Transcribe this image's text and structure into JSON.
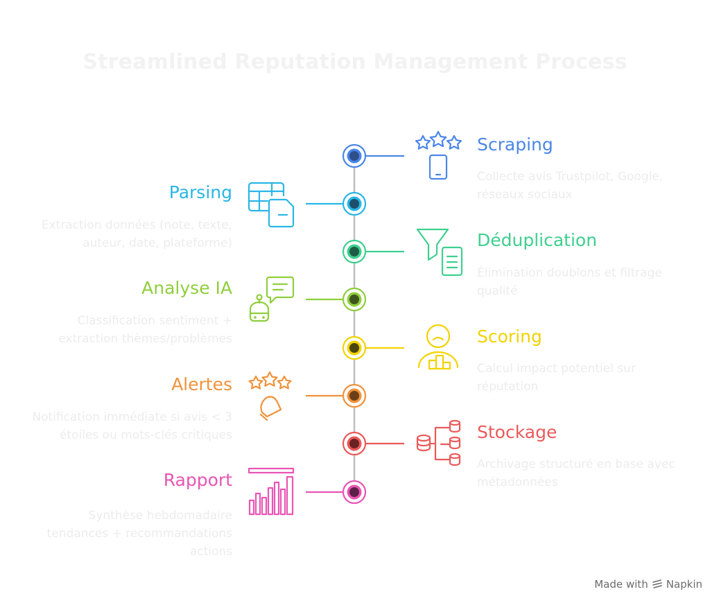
{
  "title": "Streamlined Reputation Management Process",
  "stages": [
    {
      "id": "scraping",
      "side": "right",
      "title": "Scraping",
      "description_lines": [
        "Collecte avis Trustpilot, Google,",
        "réseaux sociaux"
      ],
      "color": "#4a86e8",
      "dot": "#2e4f8a",
      "icon": "stars-phone-icon"
    },
    {
      "id": "parsing",
      "side": "left",
      "title": "Parsing",
      "description_lines": [
        "Extraction données (note, texte,",
        "auteur, date, plateforme)"
      ],
      "color": "#29b6e6",
      "dot": "#1f4f6b",
      "icon": "table-document-icon"
    },
    {
      "id": "deduplication",
      "side": "right",
      "title": "Déduplication",
      "description_lines": [
        "Élimination doublons et filtrage",
        "qualité"
      ],
      "color": "#3ecf8e",
      "dot": "#1f5c45",
      "icon": "funnel-document-icon"
    },
    {
      "id": "analyse-ia",
      "side": "left",
      "title": "Analyse IA",
      "description_lines": [
        "Classification sentiment +",
        "extraction thèmes/problèmes"
      ],
      "color": "#8fce3c",
      "dot": "#3f5520",
      "icon": "robot-chat-icon"
    },
    {
      "id": "scoring",
      "side": "right",
      "title": "Scoring",
      "description_lines": [
        "Calcul impact potentiel sur",
        "réputation"
      ],
      "color": "#f2d200",
      "dot": "#4a4510",
      "icon": "person-podium-icon"
    },
    {
      "id": "alertes",
      "side": "left",
      "title": "Alertes",
      "description_lines": [
        "Notification immédiate si avis < 3",
        "étoiles ou mots-clés critiques"
      ],
      "color": "#f0923a",
      "dot": "#6b3f1a",
      "icon": "stars-bell-icon"
    },
    {
      "id": "stockage",
      "side": "right",
      "title": "Stockage",
      "description_lines": [
        "Archivage structuré en base avec",
        "métadonnées"
      ],
      "color": "#ea5a5a",
      "dot": "#6b2222",
      "icon": "database-tree-icon"
    },
    {
      "id": "rapport",
      "side": "left",
      "title": "Rapport",
      "description_lines": [
        "Synthèse hebdomadaire",
        "tendances + recommandations",
        "actions"
      ],
      "color": "#e855b4",
      "dot": "#5e2048",
      "icon": "bar-chart-icon"
    }
  ],
  "footer": {
    "made_with": "Made with",
    "brand": "Napkin"
  }
}
